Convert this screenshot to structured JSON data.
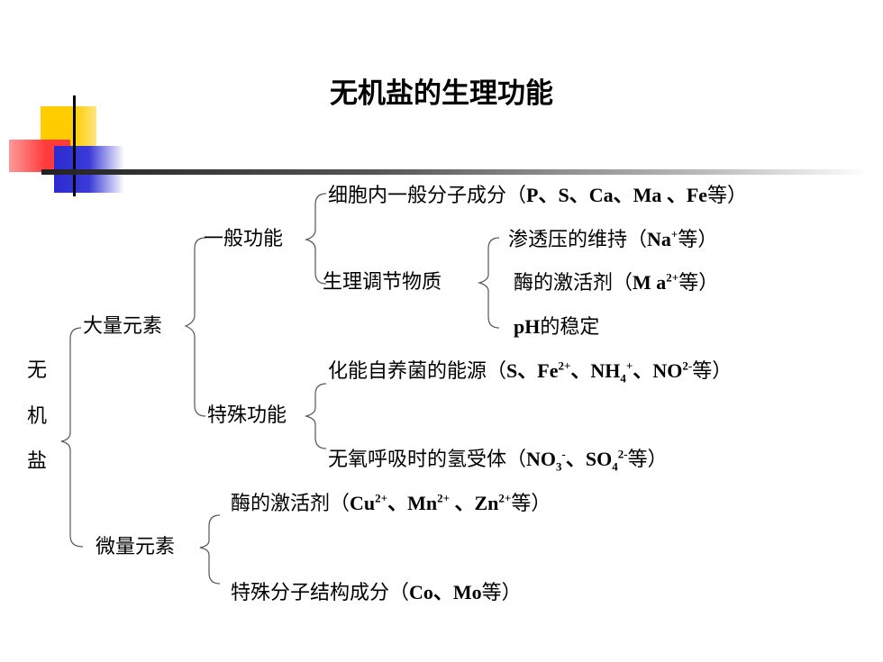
{
  "title": "无机盐的生理功能",
  "root": [
    "无",
    "机",
    "盐"
  ],
  "major": {
    "label": "大量元素",
    "general": {
      "label": "一般功能",
      "item1": {
        "text": "细胞内一般分子成分（",
        "ions": "P、S、Ca、Ma 、Fe",
        "tail": "等）"
      },
      "regulate": {
        "label": "生理调节物质",
        "osmo": {
          "text": "渗透压的维持（",
          "ion": "Na",
          "sup": "+",
          "tail": "等）"
        },
        "enzyme": {
          "text": "酶的激活剂（",
          "ion": "M a",
          "sup": "2+",
          "tail": "等）"
        },
        "ph": {
          "ph": "pH",
          "text": "的稳定"
        }
      }
    },
    "special": {
      "label": "特殊功能",
      "energy": {
        "text": "化能自养菌的能源（",
        "s": "S、Fe",
        "s_sup": "2+",
        "nh": "、NH",
        "nh_sub": "4",
        "nh_sup": "+",
        "no": "、NO",
        "no_sup": "2-",
        "tail": "等）"
      },
      "acceptor": {
        "text": "无氧呼吸时的氢受体（",
        "no": "NO",
        "no_sub": "3",
        "no_sup": "-",
        "so": "、SO",
        "so_sub": "4",
        "so_sup": "2-",
        "tail": "等）"
      }
    }
  },
  "trace": {
    "label": "微量元素",
    "enzyme": {
      "text": "酶的激活剂（",
      "cu": "Cu",
      "cu_sup": "2+",
      "mn": "、Mn",
      "mn_sup": "2+",
      "zn": " 、Zn",
      "zn_sup": "2+",
      "tail": "等）"
    },
    "struct": {
      "text": "特殊分子结构成分（",
      "ions": "Co、Mo",
      "tail": "等）"
    }
  },
  "colors": {
    "yellow": "#ffcc00",
    "red": "#ff4040",
    "blue": "#3333cc",
    "line": "#555555"
  }
}
